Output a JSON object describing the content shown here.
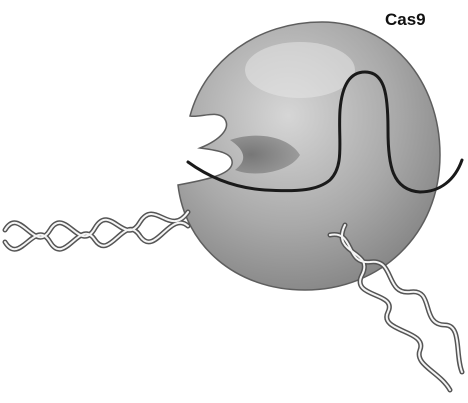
{
  "diagram": {
    "protein_label": "Cas9",
    "colors": {
      "background": "#ffffff",
      "protein_dark": "#7d7d7d",
      "protein_mid": "#a9a9a9",
      "protein_light": "#d6d6d6",
      "strand": "#1a1a1a",
      "dna_backbone": "#555555"
    },
    "icons": [
      "cas9-protein",
      "guide-rna-strand",
      "dna-double-helix"
    ]
  }
}
